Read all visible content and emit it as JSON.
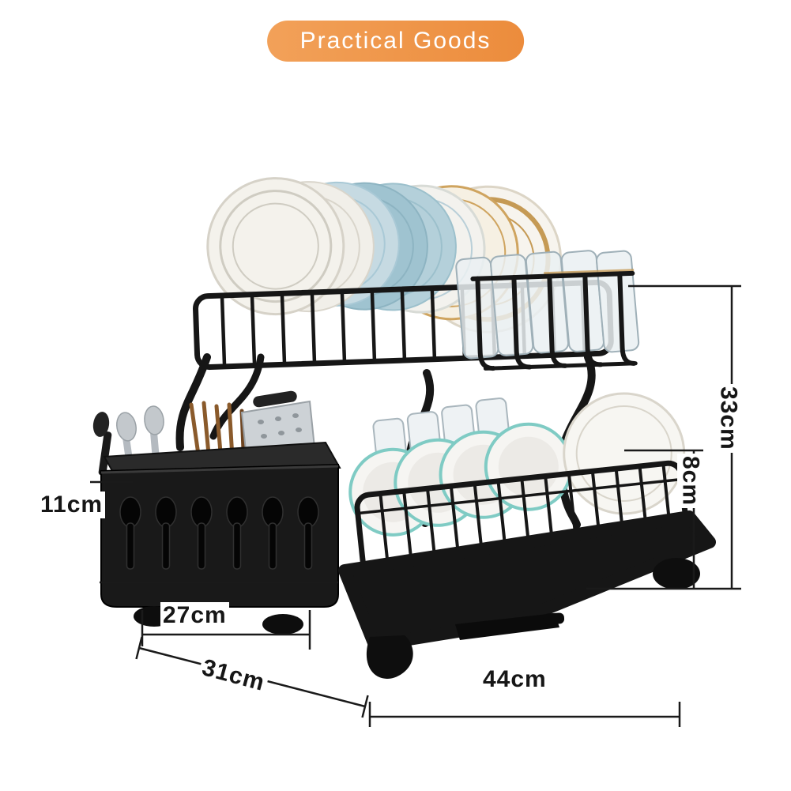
{
  "badge": {
    "label": "Practical Goods",
    "background_start": "#F2A159",
    "background_end": "#EC8C3C",
    "text_color": "#FFFFFF"
  },
  "dimensions": {
    "total_height": "33cm",
    "lower_tier_height": "8cm",
    "cutlery_box_height": "11cm",
    "cutlery_box_width": "27cm",
    "base_depth": "31cm",
    "base_width": "44cm"
  },
  "illustration": {
    "colors": {
      "rack_black": "#161616",
      "plate_white": "#F4F2EC",
      "plate_blue": "#9FC3D0",
      "plate_blue_light": "#C6DAE2",
      "gold_trim": "#C59A55",
      "bowl_rim_teal": "#7FCBC4",
      "glass_fill": "#EAF0F2",
      "glass_stroke": "#9FB0B8",
      "wood_brown": "#8A5A2B",
      "metal_gray": "#CDD2D6"
    }
  }
}
